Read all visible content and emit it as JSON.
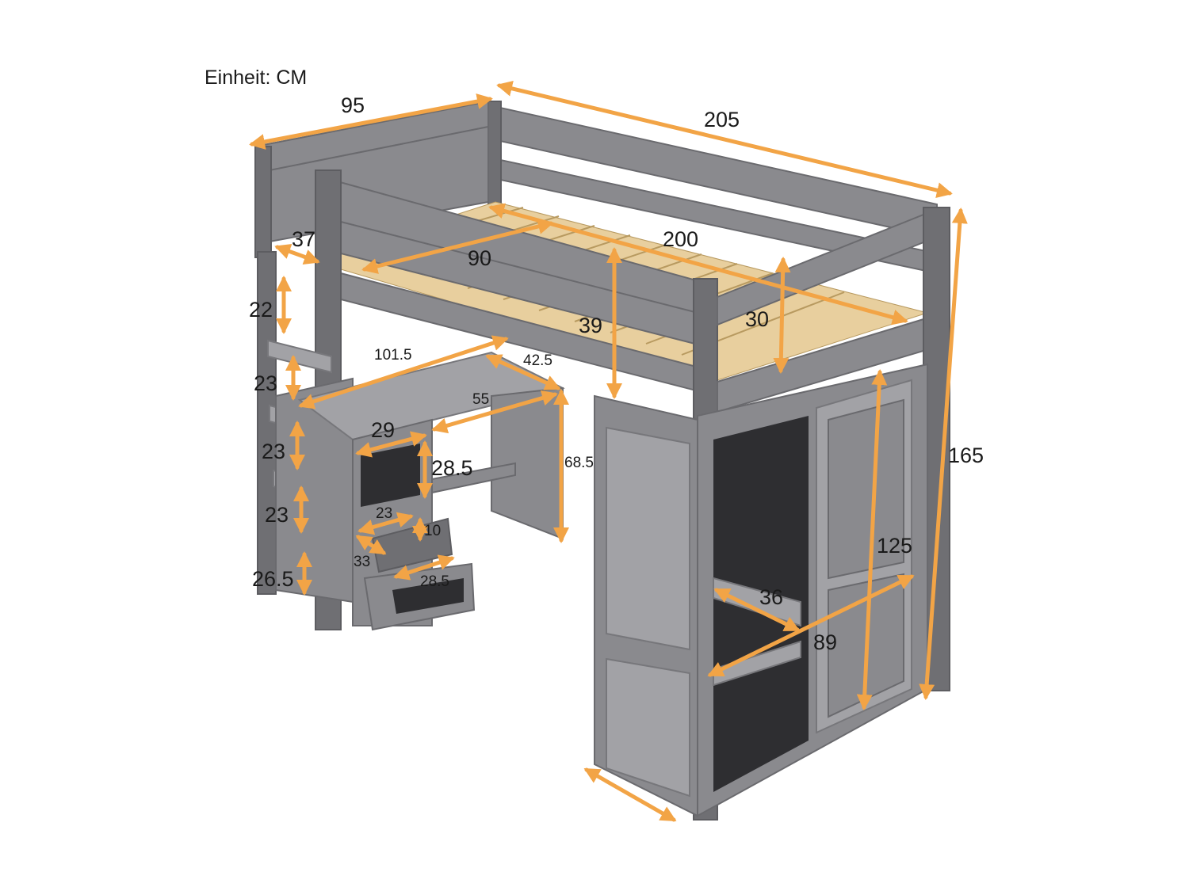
{
  "unit_label": "Einheit: CM",
  "dimensions": {
    "bed_width": "95",
    "bed_length": "205",
    "total_height": "165",
    "slat_length": "200",
    "slat_width": "90",
    "ladder_depth": "37",
    "step_1": "22",
    "step_2": "23",
    "step_3": "23",
    "step_4": "23",
    "step_bottom": "26.5",
    "desk_length": "101.5",
    "desk_depth": "42.5",
    "desk_inner": "55",
    "desk_height": "68.5",
    "shelf_width": "29",
    "shelf_height": "28.5",
    "drawer_width": "23",
    "drawer_height": "10",
    "drawer_depth": "33",
    "drawer_front": "28.5",
    "rail_height": "39",
    "guard_height": "30",
    "wardrobe_height": "125",
    "wardrobe_depth": "36",
    "wardrobe_width": "89"
  },
  "colors": {
    "frame": "#8a8a8e",
    "slats": "#e8cf9e",
    "arrows": "#f2a446",
    "interior": "#2e2e31"
  }
}
